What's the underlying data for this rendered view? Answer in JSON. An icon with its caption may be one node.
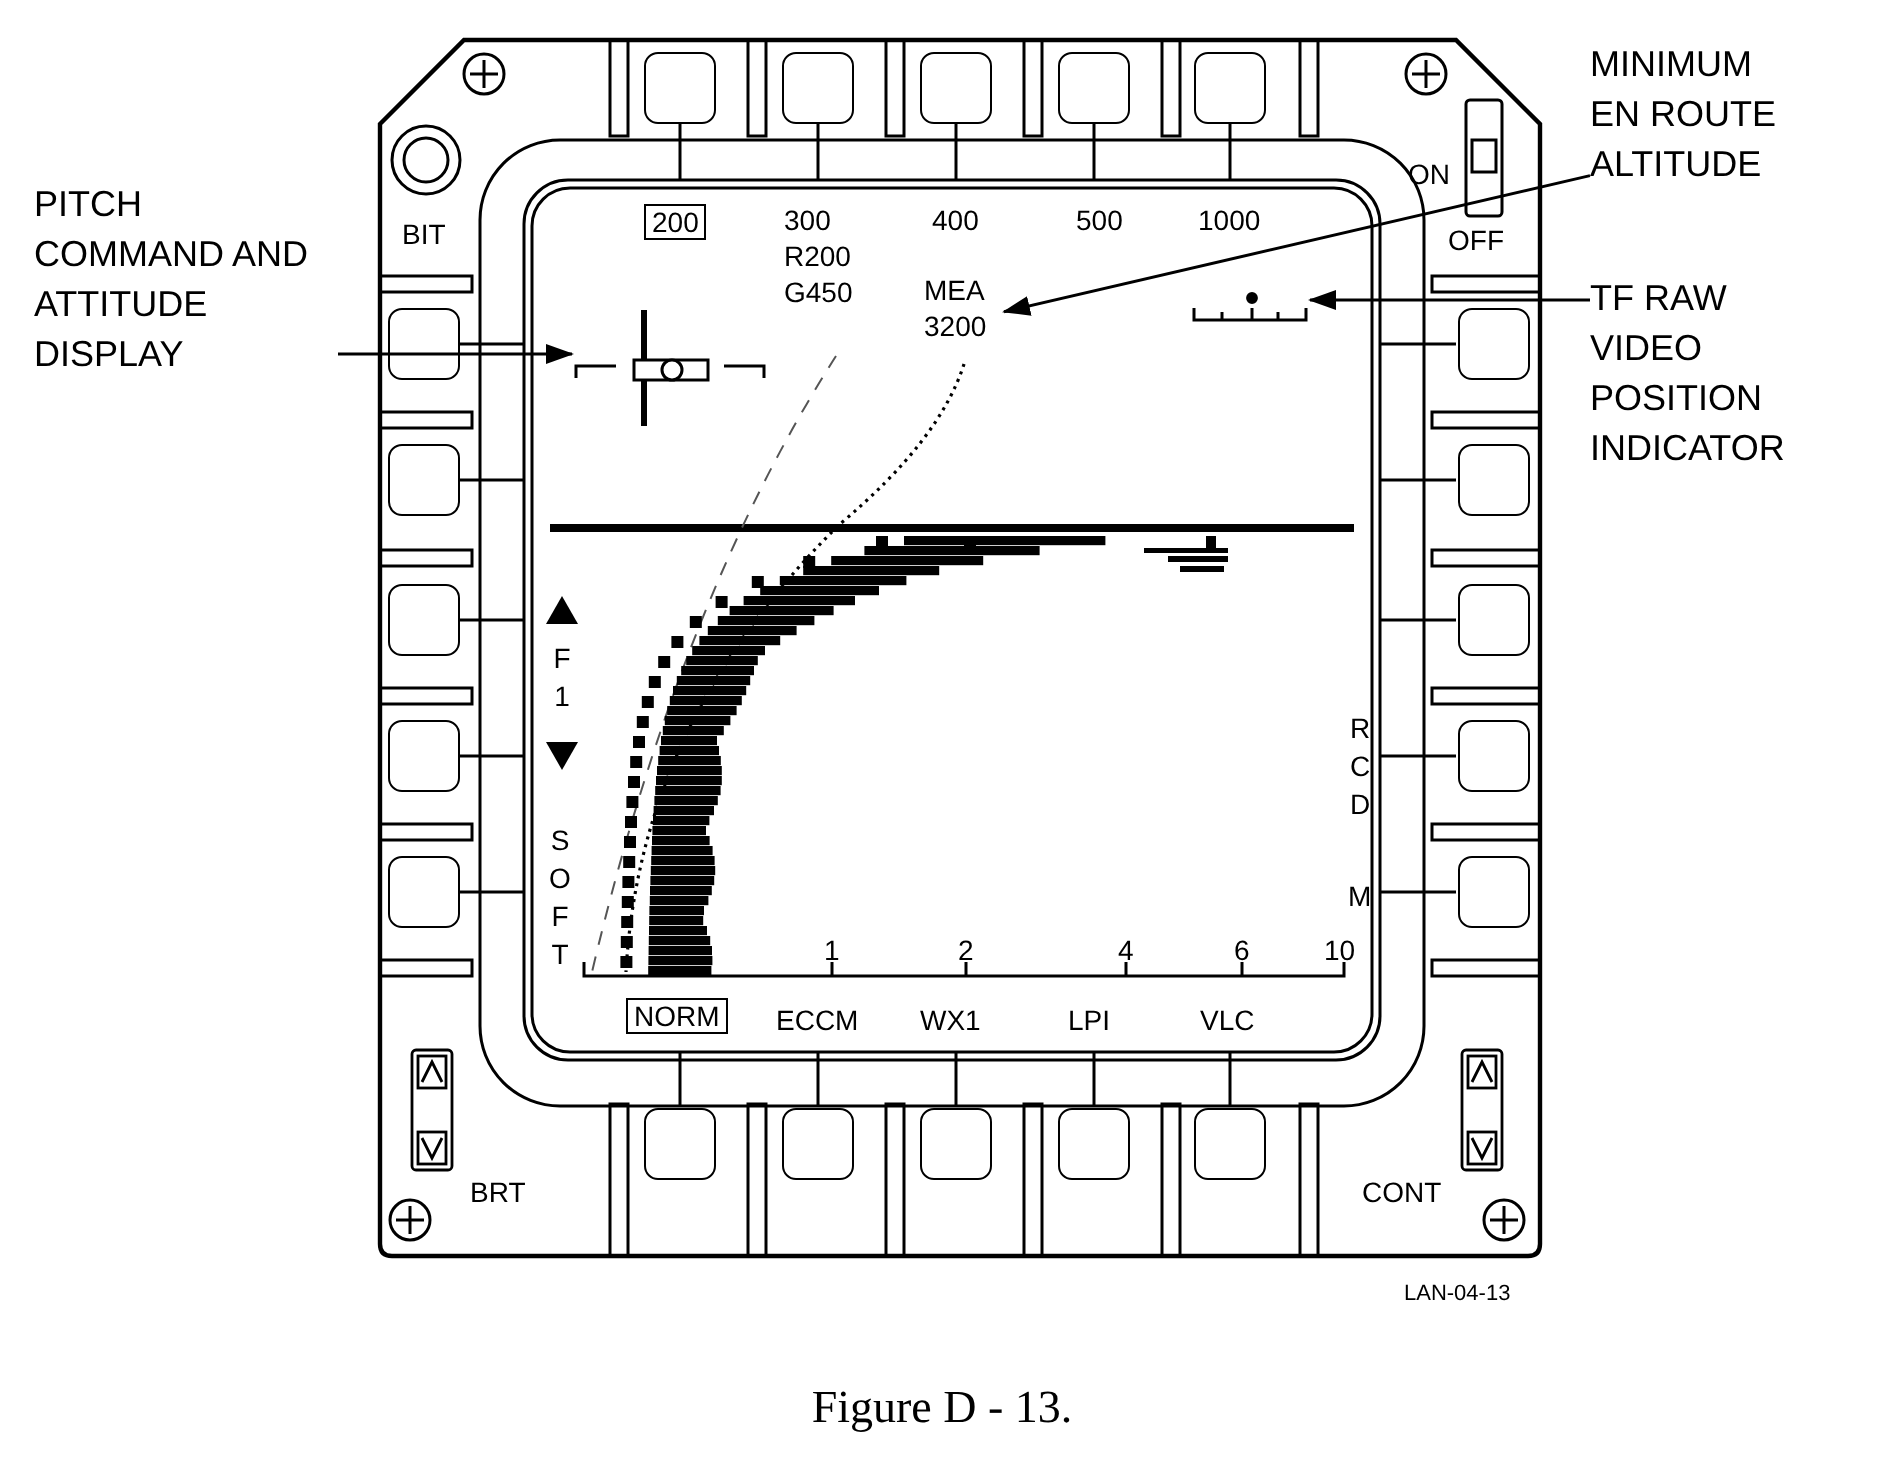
{
  "diagram": {
    "caption": "Figure D - 13.",
    "nodes": [
      {
        "text": [
          "PITCH COMMAND AND ATTITUDE DISPLAY"
        ]
      },
      {
        "text": [],
        "shape": "crosshair"
      },
      {
        "text": [
          "MINIMUM EN ROUTE ALTITUDE"
        ]
      },
      {
        "text": [
          "MEA 3200"
        ]
      },
      {
        "text": [
          "TF RAW VIDEO POSITION INDICATOR"
        ]
      },
      {
        "text": [],
        "shape": "scale"
      }
    ],
    "edges": [
      {
        "from": 0,
        "to": 1,
        "arrow": "to"
      },
      {
        "from": 2,
        "to": 3,
        "arrow": "to"
      },
      {
        "from": 4,
        "to": 5,
        "arrow": "to"
      }
    ],
    "labels": [
      "BIT",
      "ON",
      "200",
      "300",
      "R200",
      "G450",
      "400",
      "500",
      "1000",
      "OFF",
      "F1",
      "RCD",
      "SOFT",
      "M",
      "1",
      "2",
      "4",
      "6",
      "10",
      "NORM",
      "ECCM",
      "WX1",
      "LPI",
      "VLC",
      "BRT",
      "CONT",
      "LAN-04-13"
    ]
  }
}
